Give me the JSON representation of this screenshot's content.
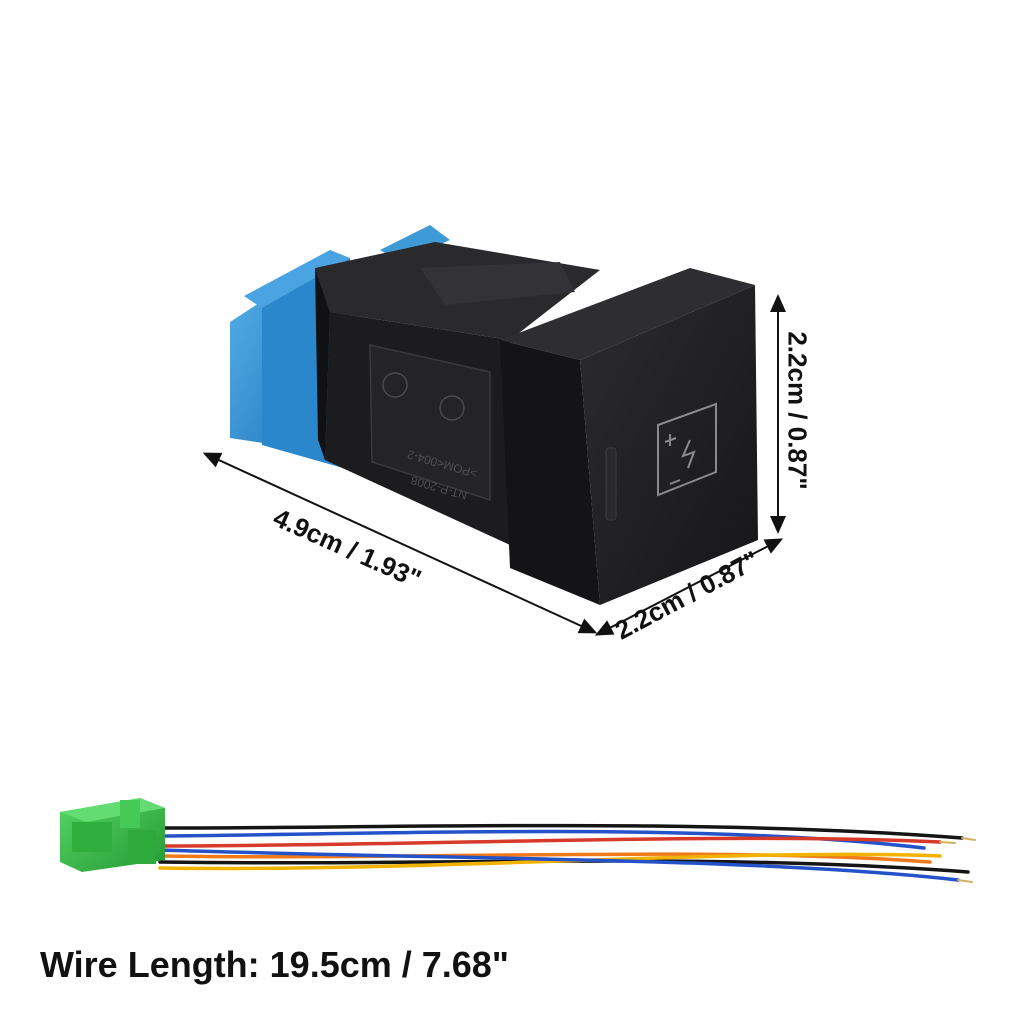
{
  "dimensions": {
    "length": "4.9cm / 1.93\"",
    "width": "2.2cm / 0.87\"",
    "height": "2.2cm / 0.87\""
  },
  "wire_length": "Wire Length: 19.5cm / 7.68\"",
  "switch_markings": {
    "line1": "NT-P-2008",
    "line2": ">POM<004-2"
  },
  "colors": {
    "switch_body": "#1c1c1e",
    "cap_face": "#232326",
    "plug_blue": "#2f8fd4",
    "connector_green": "#3bbf4a",
    "wire_black": "#151515",
    "wire_blue": "#2452c9",
    "wire_red": "#d83a2a",
    "wire_yellow": "#f2b300",
    "wire_orange": "#f07a1a"
  },
  "icons": [
    "battery-icon",
    "indicator-led-icon"
  ]
}
